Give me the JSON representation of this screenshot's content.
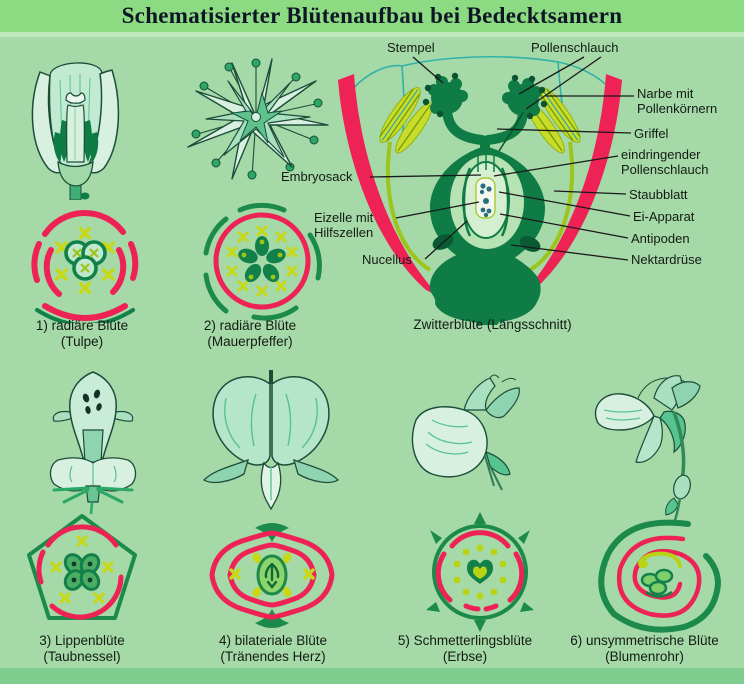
{
  "title": "Schematisierter Blütenaufbau bei Bedecktsamern",
  "colors": {
    "background": "#a5d9a8",
    "title_band": "#8cdb82",
    "footer_band": "#7ecc8e",
    "red": "#ee2254",
    "yellow_green": "#bcd414",
    "dark_green": "#0e7c44",
    "teal_outline": "#2fb3a8",
    "text": "#141b14"
  },
  "central_diagram": {
    "caption": "Zwitterblüte (Längsschnitt)",
    "labels": {
      "stempel": "Stempel",
      "pollenschlauch": "Pollenschlauch",
      "narbe": "Narbe mit Pollenkörnern",
      "griffel": "Griffel",
      "eindringender": "eindringender Pollenschlauch",
      "staubblatt": "Staubblatt",
      "ei_apparat": "Ei-Apparat",
      "antipoden": "Antipoden",
      "nektardruese": "Nektardrüse",
      "embryosack": "Embryosack",
      "eizelle": "Eizelle mit Hilfszellen",
      "nucellus": "Nucellus"
    }
  },
  "figures": [
    {
      "caption_line1": "1) radiäre Blüte",
      "caption_line2": "(Tulpe)"
    },
    {
      "caption_line1": "2) radiäre Blüte",
      "caption_line2": "(Mauerpfeffer)"
    },
    {
      "caption_line1": "3) Lippenblüte",
      "caption_line2": "(Taubnessel)"
    },
    {
      "caption_line1": "4) bilateriale Blüte",
      "caption_line2": "(Tränendes Herz)"
    },
    {
      "caption_line1": "5) Schmetterlingsblüte",
      "caption_line2": "(Erbse)"
    },
    {
      "caption_line1": "6) unsymmetrische Blüte",
      "caption_line2": "(Blumenrohr)"
    }
  ]
}
